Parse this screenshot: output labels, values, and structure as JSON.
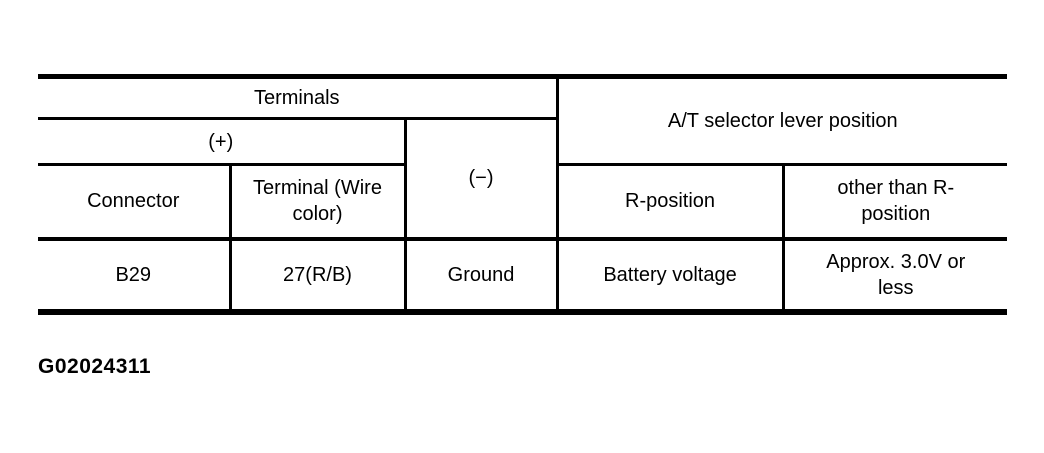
{
  "colors": {
    "background": "#ffffff",
    "line": "#000000",
    "text": "#000000"
  },
  "figure_code": "G02024311",
  "table": {
    "headers": {
      "terminals": "Terminals",
      "lever_position": "A/T selector lever position",
      "plus": "(+)",
      "minus": "(−)",
      "connector": "Connector",
      "terminal_wire_color": "Terminal (Wire color)",
      "r_position": "R-position",
      "other_than_r_position": "other than R-position"
    },
    "data_row": {
      "connector": "B29",
      "terminal_wire_color": "27(R/B)",
      "minus": "Ground",
      "r_position": "Battery voltage",
      "other_than_r_position": "Approx. 3.0V or less"
    }
  },
  "chart_data": {
    "type": "table",
    "title": "Terminals / A/T selector lever position",
    "columns": [
      "Connector",
      "Terminal (Wire color)",
      "(−)",
      "R-position",
      "other than R-position"
    ],
    "rows": [
      [
        "B29",
        "27(R/B)",
        "Ground",
        "Battery voltage",
        "Approx. 3.0V or less"
      ]
    ]
  }
}
